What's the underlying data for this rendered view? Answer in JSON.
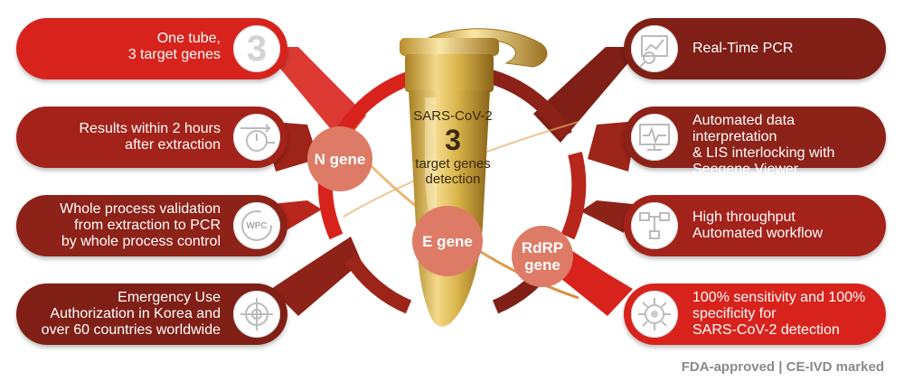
{
  "colors": {
    "left_red": "#d8231c",
    "dark_maroon": "#7f1f16",
    "gene_circle": "#dd7b66",
    "gold": "#d9b44a",
    "footer_gray": "#8a8a8a"
  },
  "left_features": [
    {
      "text_lines": [
        "One tube,",
        "3 target genes"
      ],
      "icon": "number-3-icon",
      "icon_glyph": "3"
    },
    {
      "text_lines": [
        "Results within 2 hours",
        "after extraction"
      ],
      "icon": "stopwatch-arrows-icon"
    },
    {
      "text_lines": [
        "Whole process validation",
        "from extraction to PCR",
        "by whole process control"
      ],
      "icon": "wpc-cycle-icon",
      "icon_glyph": "WPC"
    },
    {
      "text_lines": [
        "Emergency Use",
        "Authorization in Korea and",
        "over 60 countries worldwide"
      ],
      "icon": "target-crosshair-icon"
    }
  ],
  "right_features": [
    {
      "text_lines": [
        "Real-Time PCR"
      ],
      "icon": "chart-magnifier-icon"
    },
    {
      "text_lines": [
        "Automated data interpretation",
        "& LIS interlocking with",
        "Seegene Viewer"
      ],
      "icon": "monitor-waveform-icon"
    },
    {
      "text_lines": [
        "High throughput",
        "Automated workflow"
      ],
      "icon": "workflow-network-icon"
    },
    {
      "text_lines": [
        "100% sensitivity and 100%",
        "specificity for",
        "SARS-CoV-2 detection"
      ],
      "icon": "virus-icon"
    }
  ],
  "tube": {
    "line1": "SARS-CoV-2",
    "line2": "3",
    "line3": "target genes",
    "line4": "detection"
  },
  "genes": {
    "n": "N gene",
    "e": "E gene",
    "rdrp_line1": "RdRP",
    "rdrp_line2": "gene"
  },
  "footer": "FDA-approved | CE-IVD marked"
}
